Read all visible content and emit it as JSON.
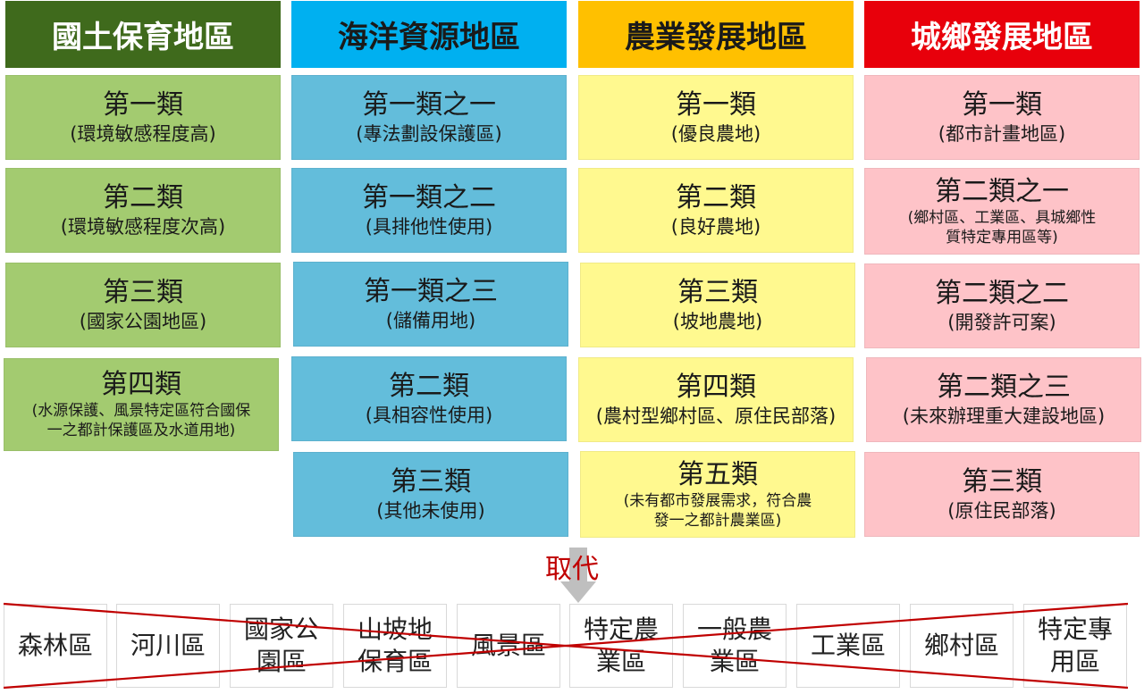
{
  "columns": [
    {
      "title": "國土保育地區",
      "title_color": "#ffffff",
      "header_bg": "#3f6a1c",
      "items": [
        {
          "title": "第一類",
          "sub": [
            "(環境敏感程度高)"
          ]
        },
        {
          "title": "第二類",
          "sub": [
            "(環境敏感程度次高)"
          ]
        },
        {
          "title": "第三類",
          "sub": [
            "(國家公園地區)"
          ]
        },
        {
          "title": "第四類",
          "sub": [
            "(水源保護、風景特定區符合國保",
            "一之都計保護區及水道用地)"
          ]
        }
      ]
    },
    {
      "title": "海洋資源地區",
      "title_color": "#1a1a1a",
      "header_bg": "#00b0f0",
      "items": [
        {
          "title": "第一類之一",
          "sub": [
            "(專法劃設保護區)"
          ]
        },
        {
          "title": "第一類之二",
          "sub": [
            "(具排他性使用)"
          ]
        },
        {
          "title": "第一類之三",
          "sub": [
            "(儲備用地)"
          ]
        },
        {
          "title": "第二類",
          "sub": [
            "(具相容性使用)"
          ]
        },
        {
          "title": "第三類",
          "sub": [
            "(其他未使用)"
          ]
        }
      ]
    },
    {
      "title": "農業發展地區",
      "title_color": "#1a1a1a",
      "header_bg": "#ffc000",
      "items": [
        {
          "title": "第一類",
          "sub": [
            "(優良農地)"
          ]
        },
        {
          "title": "第二類",
          "sub": [
            "(良好農地)"
          ]
        },
        {
          "title": "第三類",
          "sub": [
            "(坡地農地)"
          ]
        },
        {
          "title": "第四類",
          "sub": [
            "(農村型鄉村區、原住民部落)"
          ]
        },
        {
          "title": "第五類",
          "sub": [
            "(未有都市發展需求，符合農",
            "發一之都計農業區)"
          ]
        }
      ]
    },
    {
      "title": "城鄉發展地區",
      "title_color": "#ffffff",
      "header_bg": "#e8000b",
      "items": [
        {
          "title": "第一類",
          "sub": [
            "(都市計畫地區)"
          ]
        },
        {
          "title": "第二類之一",
          "sub": [
            "(鄉村區、工業區、具城鄉性",
            "質特定專用區等)"
          ]
        },
        {
          "title": "第二類之二",
          "sub": [
            "(開發許可案)"
          ]
        },
        {
          "title": "第二類之三",
          "sub": [
            "(未來辦理重大建設地區)"
          ]
        },
        {
          "title": "第三類",
          "sub": [
            "(原住民部落)"
          ]
        }
      ]
    }
  ],
  "replace_label": "取代",
  "old_zones": [
    [
      "森林區"
    ],
    [
      "河川區"
    ],
    [
      "國家公",
      "園區"
    ],
    [
      "山坡地",
      "保育區"
    ],
    [
      "風景區"
    ],
    [
      "特定農",
      "業區"
    ],
    [
      "一般農",
      "業區"
    ],
    [
      "工業區"
    ],
    [
      "鄉村區"
    ],
    [
      "特定專",
      "用區"
    ]
  ],
  "colors": {
    "cross": "#c00000",
    "arrow": "#bfbfbf",
    "green_cell": "#a3cb70",
    "blue_cell": "#63bddb",
    "yellow_cell": "#fff98f",
    "pink_cell": "#fec3c8"
  }
}
